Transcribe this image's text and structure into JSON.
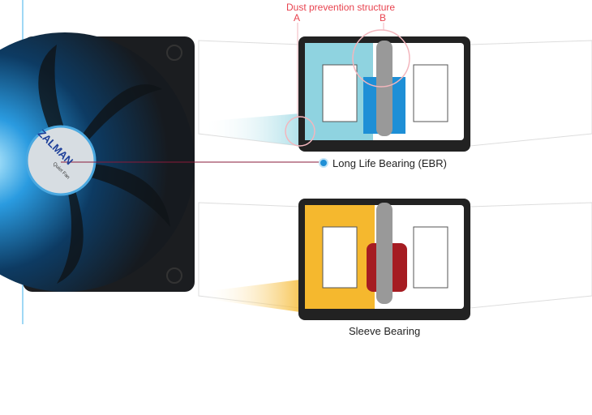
{
  "title": "Dust prevention structure",
  "marker_a": "A",
  "marker_b": "B",
  "ebr_label": "Long Life Bearing (EBR)",
  "sleeve_label": "Sleeve Bearing",
  "fan_logo": "ZALMAN",
  "fan_model": "Quiet Fan",
  "colors": {
    "accent_red": "#e8434f",
    "ebr_blue": "#1e8fd6",
    "ebr_light": "#8fd3e0",
    "sleeve_orange": "#f5b82e",
    "sleeve_bearing": "#a51c22"
  }
}
